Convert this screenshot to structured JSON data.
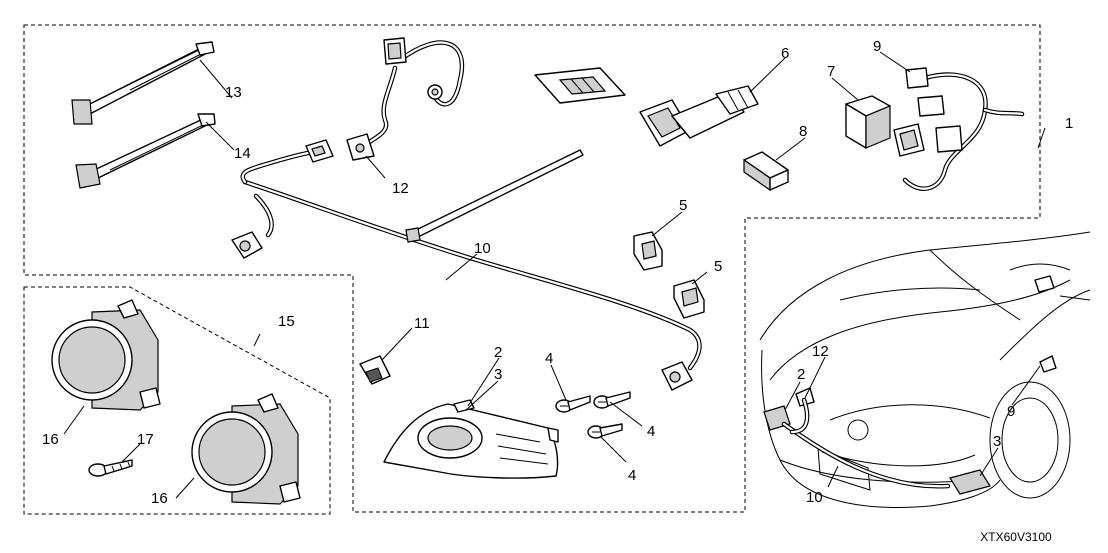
{
  "diagram": {
    "drawing_code": "XTX60V3100",
    "callouts": {
      "c1": "1",
      "c2a": "2",
      "c3a": "3",
      "c4a": "4",
      "c4b": "4",
      "c4c": "4",
      "c5a": "5",
      "c5b": "5",
      "c6": "6",
      "c7": "7",
      "c8": "8",
      "c9a": "9",
      "c10a": "10",
      "c11": "11",
      "c12a": "12",
      "c13": "13",
      "c14": "14",
      "c15": "15",
      "c16a": "16",
      "c16b": "16",
      "c17": "17",
      "v2": "2",
      "v3": "3",
      "v9": "9",
      "v10": "10",
      "v12": "12"
    }
  }
}
